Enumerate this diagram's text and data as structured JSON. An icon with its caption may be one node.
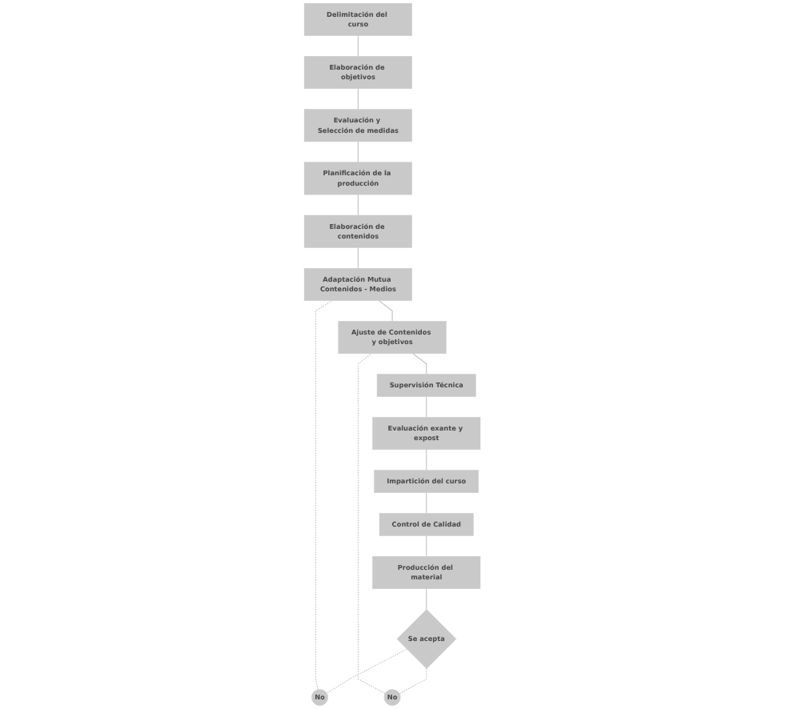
{
  "diagram": {
    "nodes": [
      {
        "text": [
          "Delimitación del curso"
        ]
      },
      {
        "text": [
          "Elaboración de objetivos"
        ]
      },
      {
        "text": [
          "Evaluación y Selección de medidas"
        ]
      },
      {
        "text": [
          "Planificación de la producción"
        ]
      },
      {
        "text": [
          "Elaboración de contenidos"
        ]
      },
      {
        "text": [
          "Adaptación Mutua Contenidos - Medios"
        ]
      },
      {
        "text": [
          "Ajuste de Contenidos y objetivos"
        ]
      },
      {
        "text": [
          "Evaluación exante y expost"
        ]
      },
      {
        "text": [
          "Supervisión Técnica"
        ]
      },
      {
        "text": [
          "No"
        ]
      },
      {
        "text": [
          "Se acepta"
        ]
      },
      {
        "text": [
          "No"
        ]
      },
      {
        "text": [
          "Impartición del curso"
        ]
      },
      {
        "text": [
          "Control de Calidad"
        ]
      },
      {
        "text": [
          "Producción del material"
        ]
      }
    ],
    "edges": [
      {
        "from": 0,
        "to": 1,
        "arrow": "none"
      },
      {
        "from": 1,
        "to": 2,
        "arrow": "none"
      },
      {
        "from": 2,
        "to": 3,
        "arrow": "none"
      },
      {
        "from": 3,
        "to": 4,
        "arrow": "none"
      },
      {
        "from": 4,
        "to": 5,
        "arrow": "none"
      },
      {
        "from": 5,
        "to": 6,
        "arrow": "none"
      },
      {
        "from": 6,
        "to": 8,
        "arrow": "none"
      },
      {
        "from": 8,
        "to": 7,
        "arrow": "none"
      },
      {
        "from": 7,
        "to": 12,
        "arrow": "none"
      },
      {
        "from": 12,
        "to": 13,
        "arrow": "none"
      },
      {
        "from": 13,
        "to": 14,
        "arrow": "none"
      },
      {
        "from": 14,
        "to": 10,
        "arrow": "none"
      },
      {
        "from": 10,
        "to": 9,
        "arrow": "none",
        "style": "dashed"
      },
      {
        "from": 10,
        "to": 11,
        "arrow": "none",
        "style": "dashed"
      },
      {
        "from": 9,
        "to": 5,
        "arrow": "none",
        "style": "dashed"
      },
      {
        "from": 11,
        "to": 6,
        "arrow": "none",
        "style": "dashed"
      }
    ]
  }
}
